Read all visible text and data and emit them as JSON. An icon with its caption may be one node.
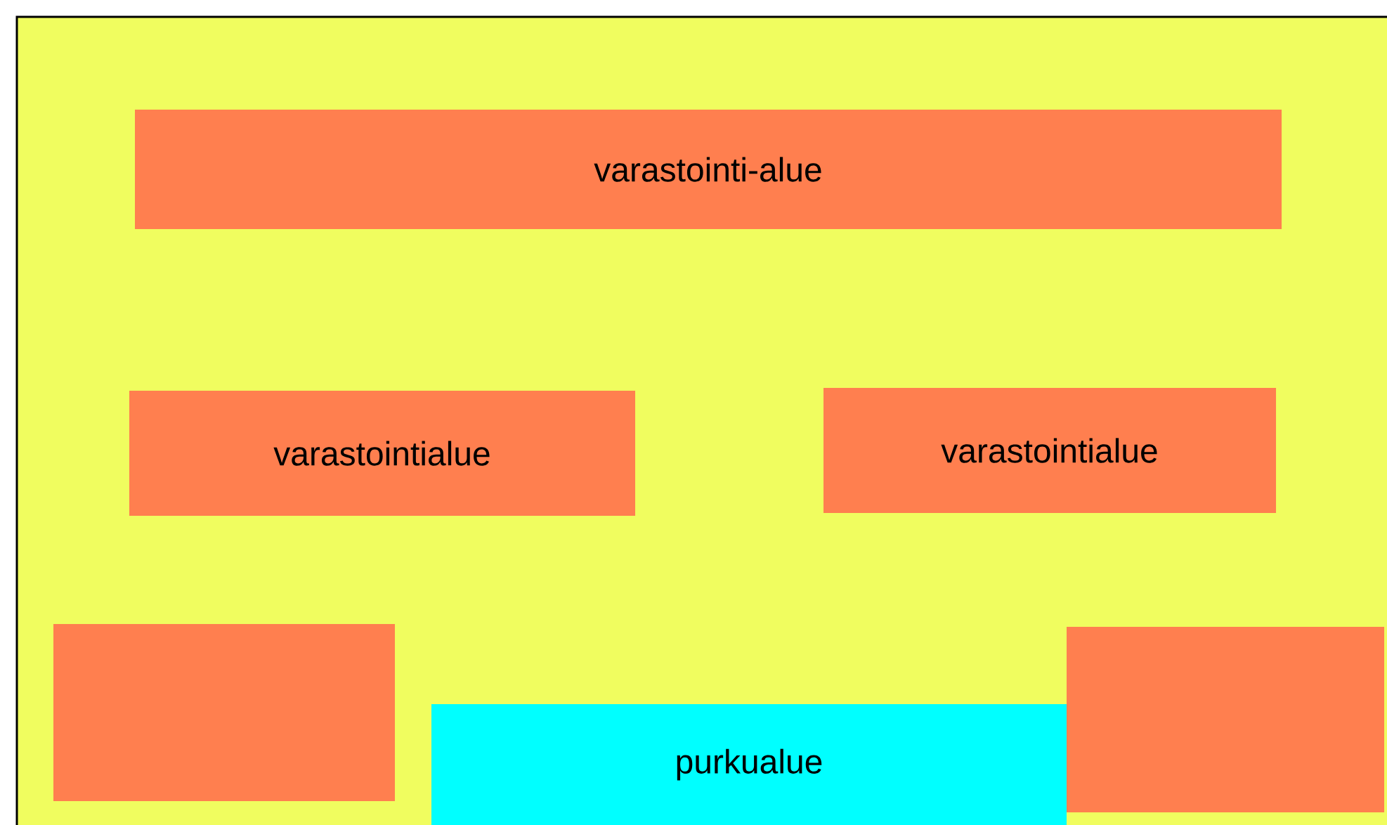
{
  "diagram": {
    "nodes": [
      {
        "text": [
          "varastointi-alue"
        ]
      },
      {
        "text": [
          "varastointialue"
        ]
      },
      {
        "text": [
          "varastointialue"
        ]
      },
      {
        "text": [],
        "shape": "box"
      },
      {
        "text": [
          "purkualue"
        ]
      },
      {
        "text": [],
        "shape": "box"
      }
    ]
  }
}
